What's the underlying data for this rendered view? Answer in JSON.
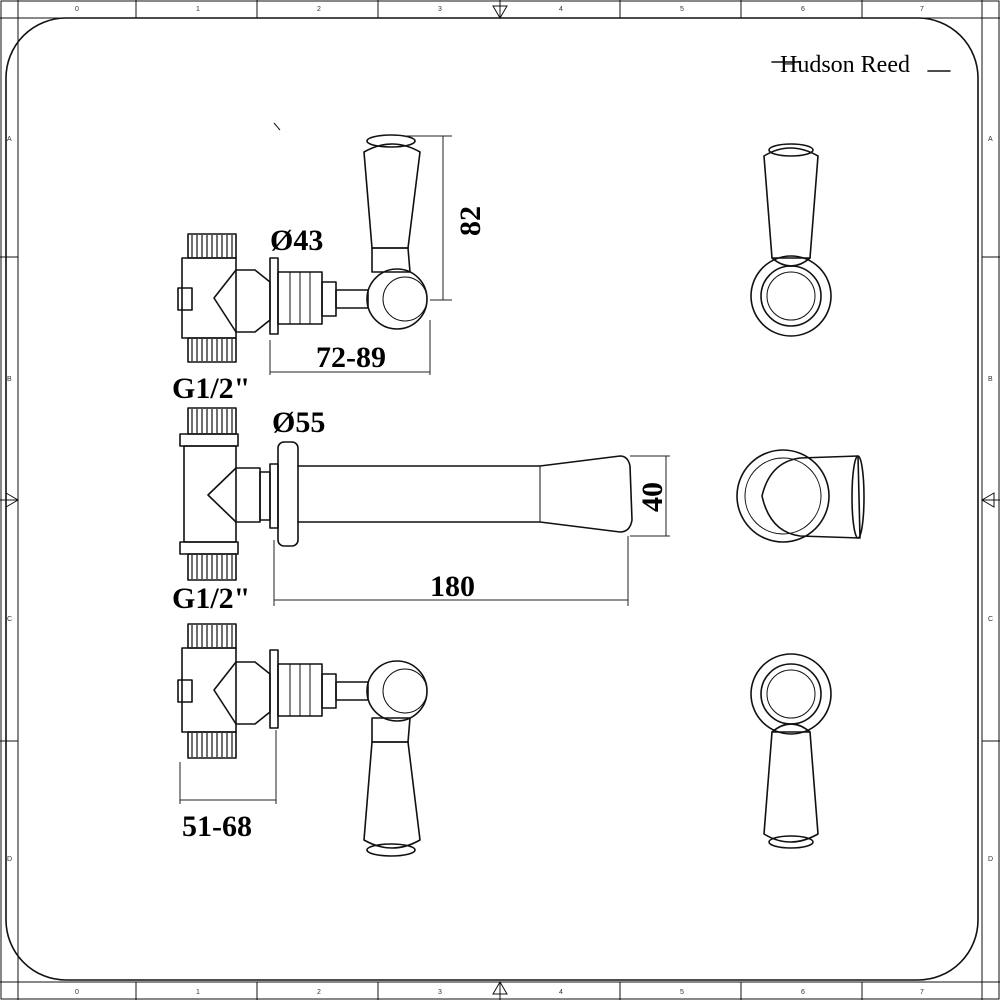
{
  "brand": "Hudson Reed",
  "labels": {
    "dia_top": "Ø43",
    "dim_height": "82",
    "dim_lever_reach": "72-89",
    "thread_top": "G1/2\"",
    "dia_mid": "Ø55",
    "dim_spout_height": "40",
    "dim_spout_length": "180",
    "thread_bottom": "G1/2\"",
    "dim_body": "51-68"
  },
  "grid": {
    "columns": [
      "0",
      "1",
      "2",
      "3",
      "4",
      "5",
      "6",
      "7"
    ],
    "rows": [
      "A",
      "B",
      "C",
      "D"
    ]
  }
}
